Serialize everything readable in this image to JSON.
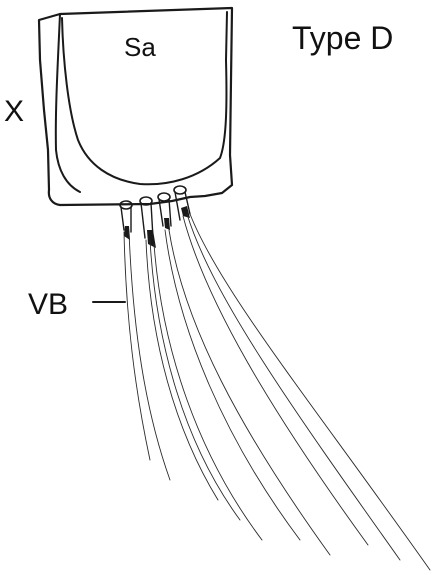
{
  "figure": {
    "type_label": "Type D",
    "labels": {
      "sa": "Sa",
      "x": "X",
      "vb": "VB"
    },
    "ink_color": "#1a1a1a",
    "background_color": "#ffffff"
  }
}
